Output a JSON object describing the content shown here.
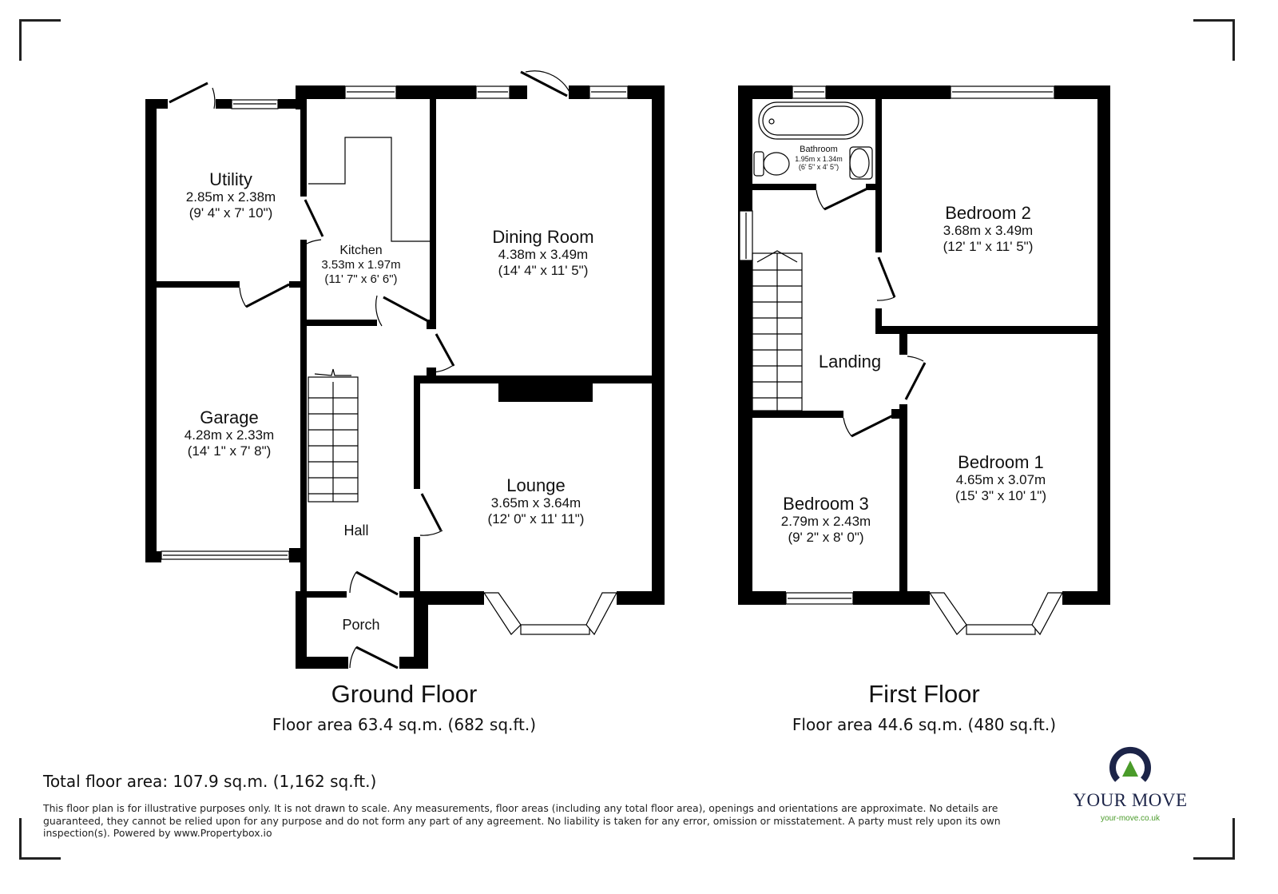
{
  "ground_floor": {
    "title": "Ground Floor",
    "area": "Floor area 63.4 sq.m. (682 sq.ft.)",
    "rooms": [
      {
        "name": "Utility",
        "metric": "2.85m x 2.38m",
        "imperial": "(9' 4\" x 7' 10\")"
      },
      {
        "name": "Kitchen",
        "metric": "3.53m x 1.97m",
        "imperial": "(11' 7\" x 6' 6\")"
      },
      {
        "name": "Dining Room",
        "metric": "4.38m x 3.49m",
        "imperial": "(14' 4\" x 11' 5\")"
      },
      {
        "name": "Garage",
        "metric": "4.28m x 2.33m",
        "imperial": "(14' 1\" x 7' 8\")"
      },
      {
        "name": "Lounge",
        "metric": "3.65m x 3.64m",
        "imperial": "(12' 0\" x 11' 11\")"
      },
      {
        "name": "Hall"
      },
      {
        "name": "Porch"
      }
    ]
  },
  "first_floor": {
    "title": "First Floor",
    "area": "Floor area 44.6 sq.m. (480 sq.ft.)",
    "rooms": [
      {
        "name": "Bathroom",
        "metric": "1.95m x 1.34m",
        "imperial": "(6' 5\" x 4' 5\")"
      },
      {
        "name": "Bedroom 2",
        "metric": "3.68m x 3.49m",
        "imperial": "(12' 1\" x 11' 5\")"
      },
      {
        "name": "Landing"
      },
      {
        "name": "Bedroom 1",
        "metric": "4.65m x 3.07m",
        "imperial": "(15' 3\" x 10' 1\")"
      },
      {
        "name": "Bedroom 3",
        "metric": "2.79m x 2.43m",
        "imperial": "(9' 2\" x 8' 0\")"
      }
    ]
  },
  "total_area": "Total floor area: 107.9 sq.m. (1,162 sq.ft.)",
  "disclaimer": "This floor plan is for illustrative purposes only. It is not drawn to scale. Any measurements, floor areas (including any total floor area), openings and orientations are approximate. No details are guaranteed, they cannot be relied upon for any purpose and do not form any part of any agreement. No liability is taken for any error, omission or misstatement. A party must rely upon its own inspection(s). Powered by www.Propertybox.io",
  "brand": {
    "name": "YOUR MOVE",
    "url": "your-move.co.uk",
    "logo_icon": "horseshoe-arrow-logo",
    "colors": {
      "navy": "#1c2448",
      "green": "#4a9b2a"
    }
  }
}
